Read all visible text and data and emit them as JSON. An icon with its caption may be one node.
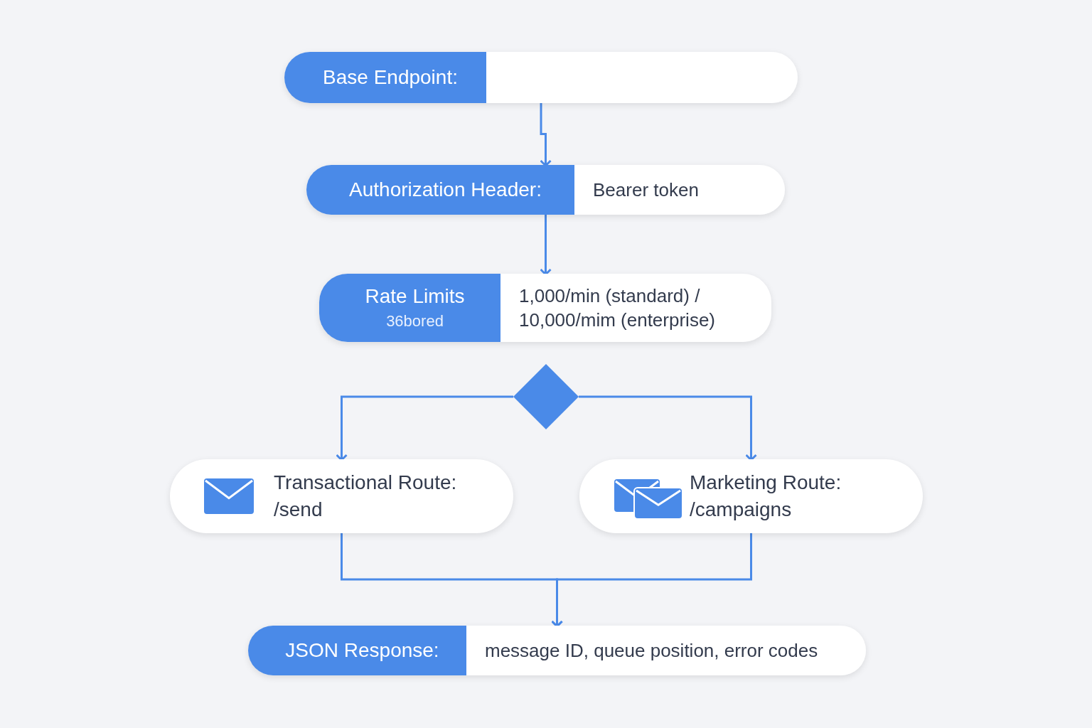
{
  "diagram": {
    "nodes": [
      {
        "text": [
          "Base Endpoint:"
        ]
      },
      {
        "text": [
          "Authorization Header:",
          "Bearer token"
        ]
      },
      {
        "text": [
          "Rate Limits",
          "36bored",
          "1,000/min (standard) / 10,000/mim (enterprise)"
        ]
      },
      {
        "text": [],
        "shape": "diamond"
      },
      {
        "text": [
          "Transactional Route:",
          "/send"
        ]
      },
      {
        "text": [
          "Marketing Route:",
          "/campaigns"
        ]
      },
      {
        "text": [
          "JSON Response:",
          "message ID, queue position, error codes"
        ]
      }
    ],
    "edges": [
      {
        "from": 0,
        "to": 1,
        "arrow": "to"
      },
      {
        "from": 1,
        "to": 2,
        "arrow": "to"
      },
      {
        "from": 3,
        "to": 4,
        "arrow": "to"
      },
      {
        "from": 3,
        "to": 5,
        "arrow": "to"
      },
      {
        "from": 4,
        "to": 6,
        "arrow": "to"
      },
      {
        "from": 5,
        "to": 6,
        "arrow": "to"
      }
    ]
  }
}
